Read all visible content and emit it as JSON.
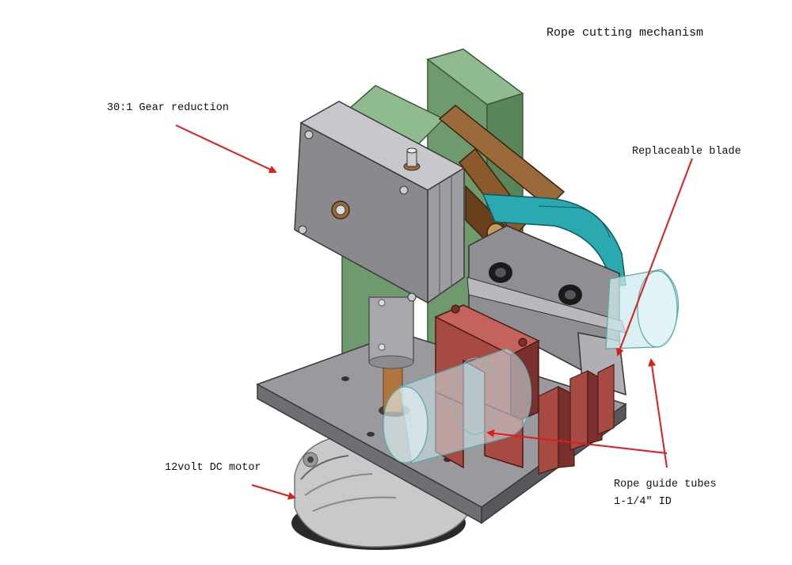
{
  "title": "Rope cutting mechanism",
  "labels": {
    "gear": "30:1 Gear reduction",
    "blade": "Replaceable blade",
    "motor": "12volt DC motor",
    "tubes_line1": "Rope guide tubes",
    "tubes_line2": "1-1/4\" ID"
  },
  "colors": {
    "arrow": "#e01b1b",
    "plate": "#8a8a8e",
    "green_column": "#6e9a6e",
    "bronze_link": "#7a4a22",
    "teal_blade": "#2aa9b0",
    "red_clamp": "#a84a44",
    "glass_tube": "#bfe3e6"
  }
}
